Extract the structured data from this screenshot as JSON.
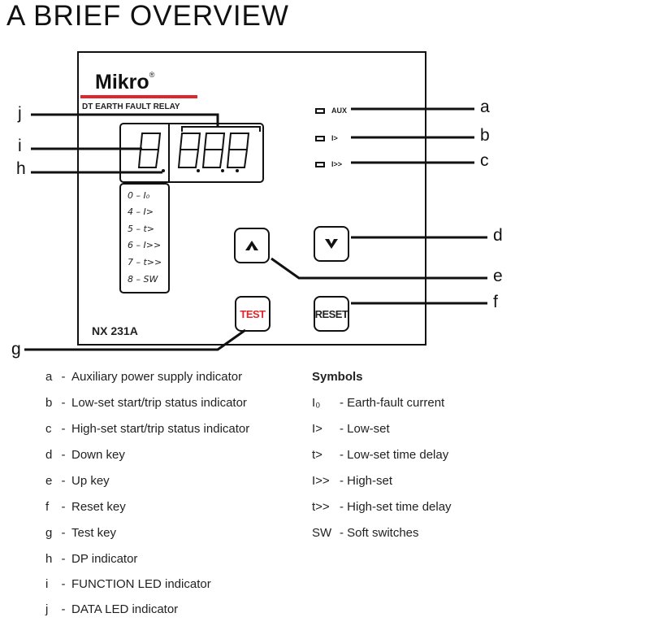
{
  "title": "A  BRIEF  OVERVIEW",
  "panel": {
    "brand": "Mikro",
    "brand_mark": "®",
    "product": "DT EARTH FAULT RELAY",
    "model": "NX 231A",
    "indicators": [
      {
        "label": "AUX"
      },
      {
        "label": "I>"
      },
      {
        "label": "I>>"
      }
    ],
    "function_list": [
      {
        "digit": "0",
        "text": "– I₀"
      },
      {
        "digit": "4",
        "text": "– I>"
      },
      {
        "digit": "5",
        "text": "– t>"
      },
      {
        "digit": "6",
        "text": "– I>>"
      },
      {
        "digit": "7",
        "text": "– t>>"
      },
      {
        "digit": "8",
        "text": "– SW"
      }
    ],
    "keys": {
      "up": "up-arrow",
      "down": "down-arrow",
      "test": "TEST",
      "reset": "RESET"
    },
    "colors": {
      "brand_red": "#e0262a",
      "test_red": "#e0262a"
    }
  },
  "callouts": [
    "a",
    "b",
    "c",
    "d",
    "e",
    "f",
    "g",
    "h",
    "i",
    "j"
  ],
  "legend": [
    {
      "letter": "a",
      "text": "Auxiliary power supply indicator"
    },
    {
      "letter": "b",
      "text": "Low-set start/trip status indicator"
    },
    {
      "letter": "c",
      "text": "High-set start/trip status indicator"
    },
    {
      "letter": "d",
      "text": "Down key"
    },
    {
      "letter": "e",
      "text": "Up key"
    },
    {
      "letter": "f",
      "text": "Reset key"
    },
    {
      "letter": "g",
      "text": "Test key"
    },
    {
      "letter": "h",
      "text": "DP indicator"
    },
    {
      "letter": "i",
      "text": "FUNCTION LED indicator"
    },
    {
      "letter": "j",
      "text": "DATA LED indicator"
    }
  ],
  "symbols": {
    "heading": "Symbols",
    "items": [
      {
        "sym": "I₀",
        "text": "- Earth-fault current"
      },
      {
        "sym": "I>",
        "text": "- Low-set"
      },
      {
        "sym": "t>",
        "text": "- Low-set time delay"
      },
      {
        "sym": "I>>",
        "text": "- High-set"
      },
      {
        "sym": "t>>",
        "text": "- High-set time delay"
      },
      {
        "sym": "SW",
        "text": "- Soft switches"
      }
    ]
  }
}
